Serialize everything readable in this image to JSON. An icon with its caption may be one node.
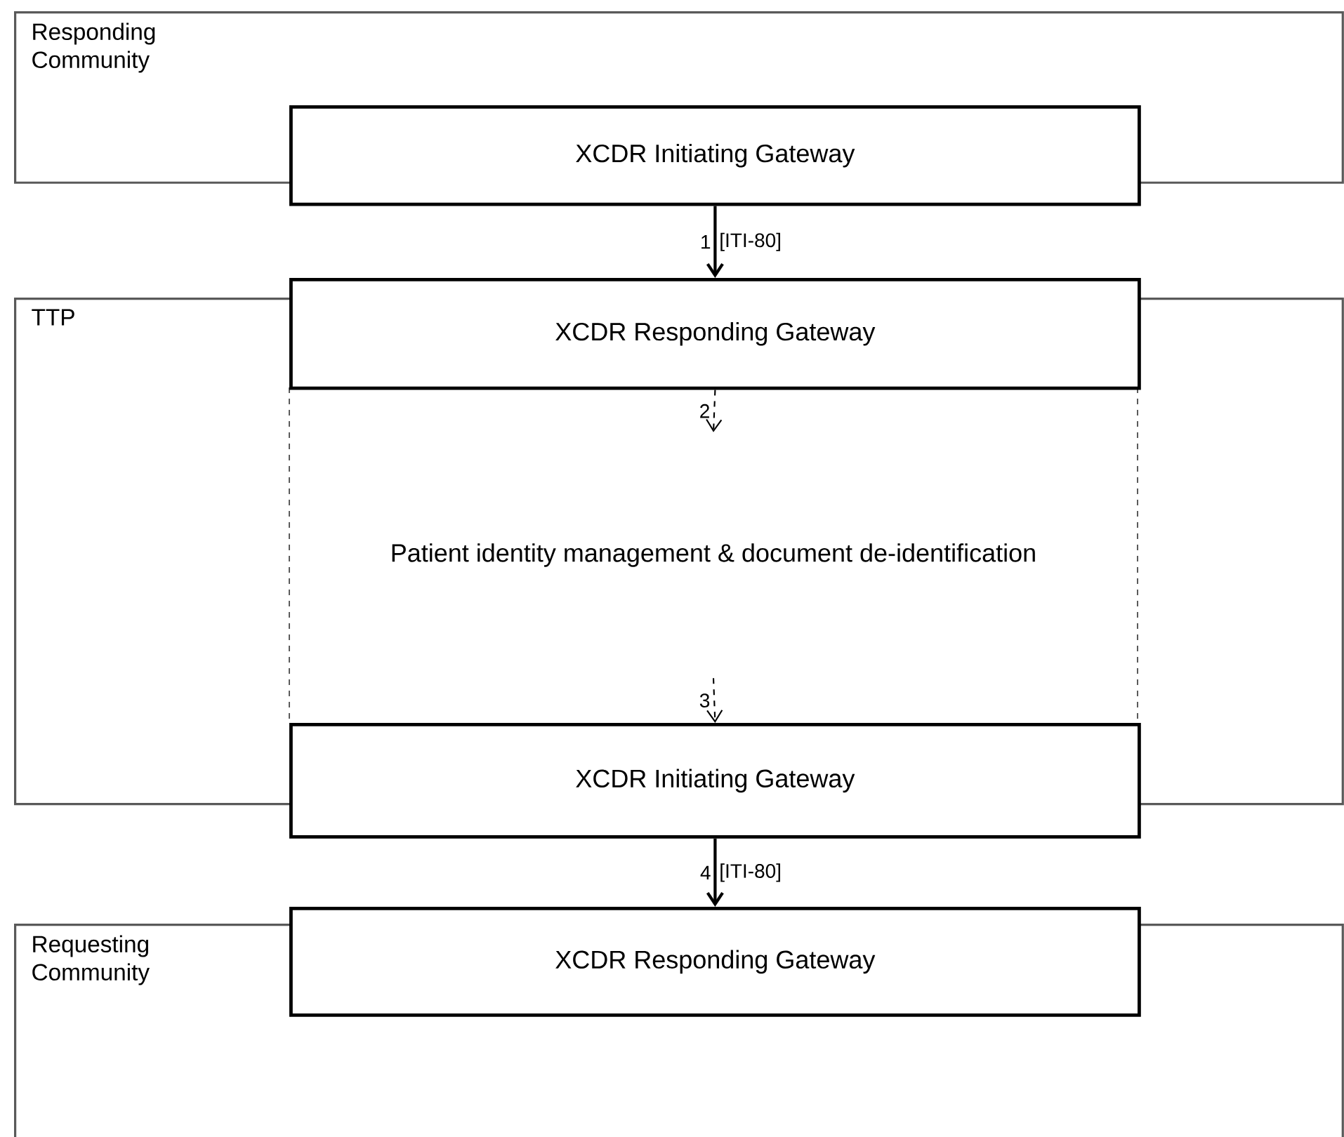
{
  "diagram": {
    "nodes": [
      {
        "text": [
          "Responding Community"
        ]
      },
      {
        "text": [
          "XCDR Initiating Gateway"
        ]
      },
      {
        "text": [
          "TTP"
        ]
      },
      {
        "text": [
          "XCDR Responding Gateway"
        ]
      },
      {
        "text": [
          "Patient identity management & document de-identification"
        ],
        "in": 2
      },
      {
        "text": [
          "XCDR Initiating Gateway"
        ]
      },
      {
        "text": [
          "Requesting Community"
        ]
      },
      {
        "text": [
          "XCDR Responding Gateway"
        ]
      }
    ],
    "edges": [
      {
        "from": 1,
        "to": 3,
        "arrow": "to",
        "label": "1"
      },
      {
        "from": 3,
        "to": 4,
        "arrow": "to",
        "label": "2",
        "style": "dashed"
      },
      {
        "from": 4,
        "to": 5,
        "arrow": "to",
        "label": "3",
        "style": "dashed"
      },
      {
        "from": 5,
        "to": 7,
        "arrow": "to",
        "label": "4"
      }
    ],
    "labels": [
      "[ITI-80]",
      "[ITI-80]"
    ]
  }
}
